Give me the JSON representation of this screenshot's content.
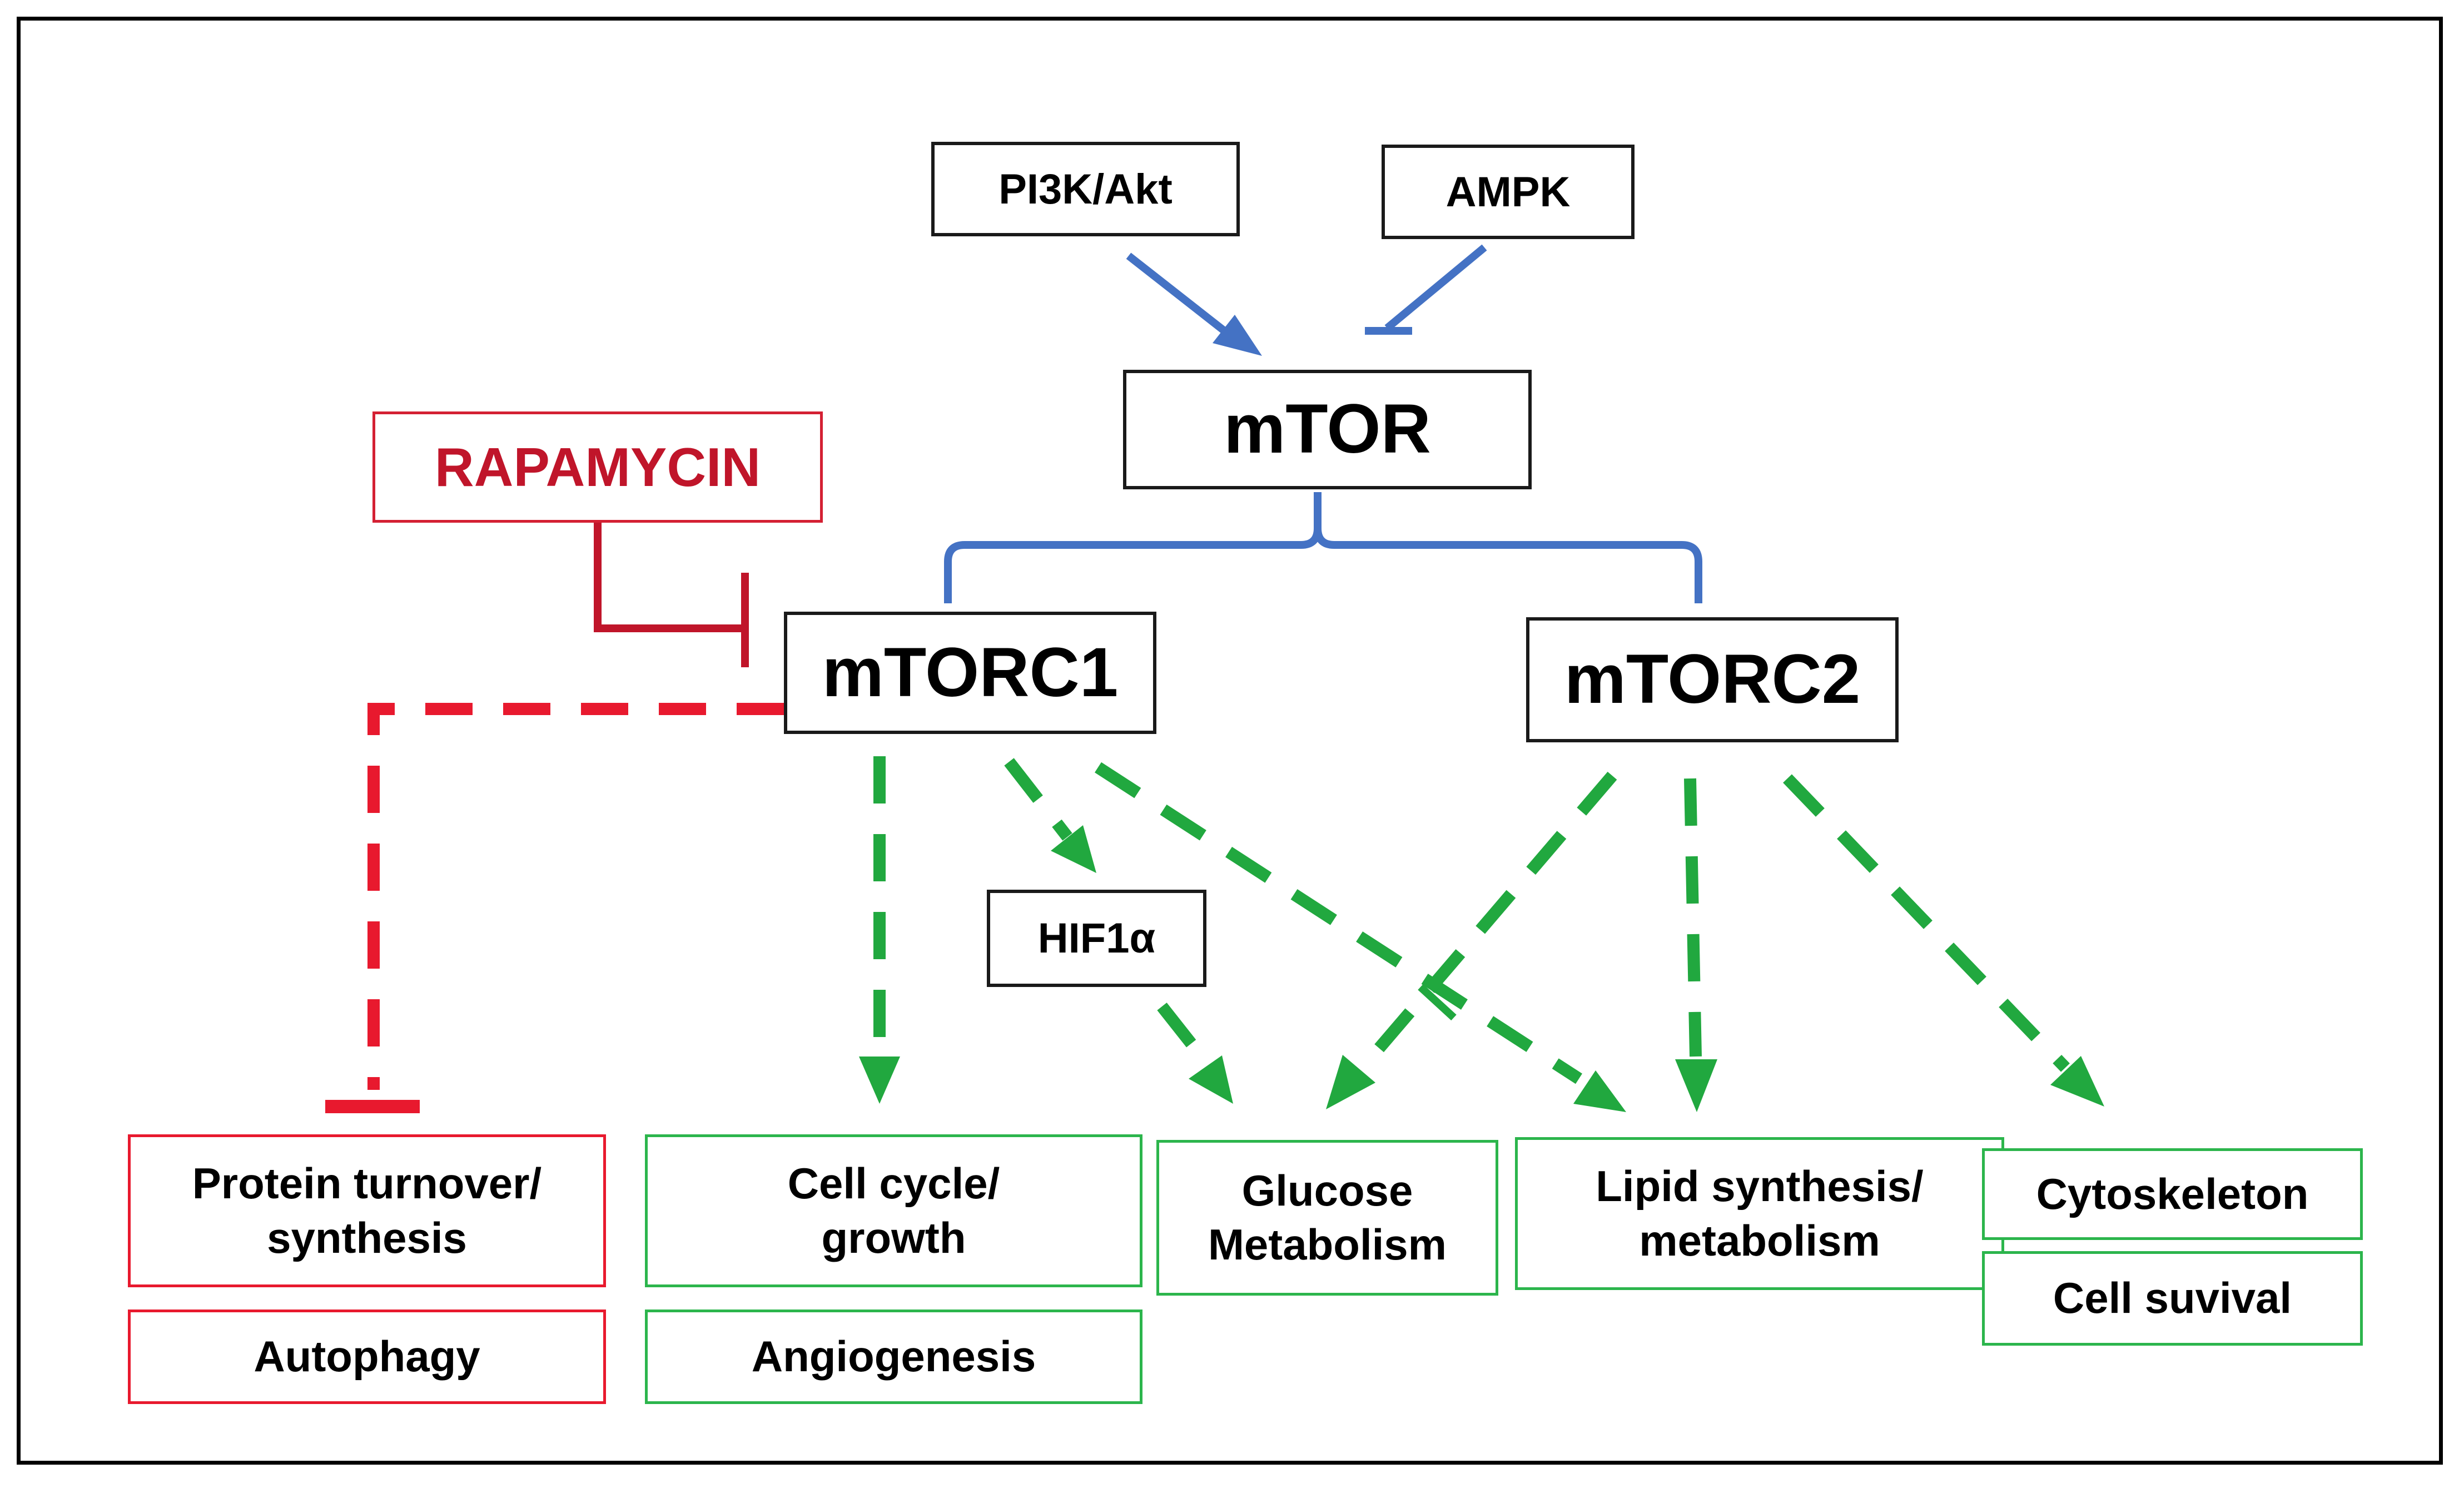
{
  "nodes": {
    "pi3k": "PI3K/Akt",
    "ampk": "AMPK",
    "mtor": "mTOR",
    "rapamycin": "RAPAMYCIN",
    "mtorc1": "mTORC1",
    "mtorc2": "mTORC2",
    "hif1a": "HIF1α",
    "protein": "Protein turnover/\nsynthesis",
    "autophagy": "Autophagy",
    "cellcycle": "Cell cycle/\ngrowth",
    "angiogenesis": "Angiogenesis",
    "glucose": "Glucose\nMetabolism",
    "lipid": "Lipid synthesis/\nmetabolism",
    "cytoskeleton": "Cytoskeleton",
    "survival": "Cell suvival"
  },
  "colors": {
    "blue": "#4472c4",
    "dark_red": "#c0152a",
    "red": "#e8192e",
    "green": "#21a83f",
    "black": "#1a1a1a"
  },
  "edges": [
    {
      "from": "PI3K/Akt",
      "to": "mTOR",
      "type": "activation",
      "style": "solid"
    },
    {
      "from": "AMPK",
      "to": "mTOR",
      "type": "inhibition",
      "style": "solid"
    },
    {
      "from": "mTOR",
      "to": "mTORC1",
      "type": "branch",
      "style": "solid"
    },
    {
      "from": "mTOR",
      "to": "mTORC2",
      "type": "branch",
      "style": "solid"
    },
    {
      "from": "RAPAMYCIN",
      "to": "mTORC1",
      "type": "inhibition",
      "style": "solid"
    },
    {
      "from": "mTORC1",
      "to": "Protein turnover/ synthesis",
      "type": "inhibition",
      "style": "dashed"
    },
    {
      "from": "mTORC1",
      "to": "Cell cycle/ growth",
      "type": "activation",
      "style": "dashed"
    },
    {
      "from": "mTORC1",
      "to": "HIF1α",
      "type": "activation",
      "style": "dashed"
    },
    {
      "from": "HIF1α",
      "to": "Glucose Metabolism",
      "type": "activation",
      "style": "dashed"
    },
    {
      "from": "mTORC1",
      "to": "Lipid synthesis/ metabolism",
      "type": "activation",
      "style": "dashed"
    },
    {
      "from": "mTORC2",
      "to": "Glucose Metabolism",
      "type": "activation",
      "style": "dashed"
    },
    {
      "from": "mTORC2",
      "to": "Lipid synthesis/ metabolism",
      "type": "activation",
      "style": "dashed"
    },
    {
      "from": "mTORC2",
      "to": "Cytoskeleton",
      "type": "activation",
      "style": "dashed"
    }
  ]
}
